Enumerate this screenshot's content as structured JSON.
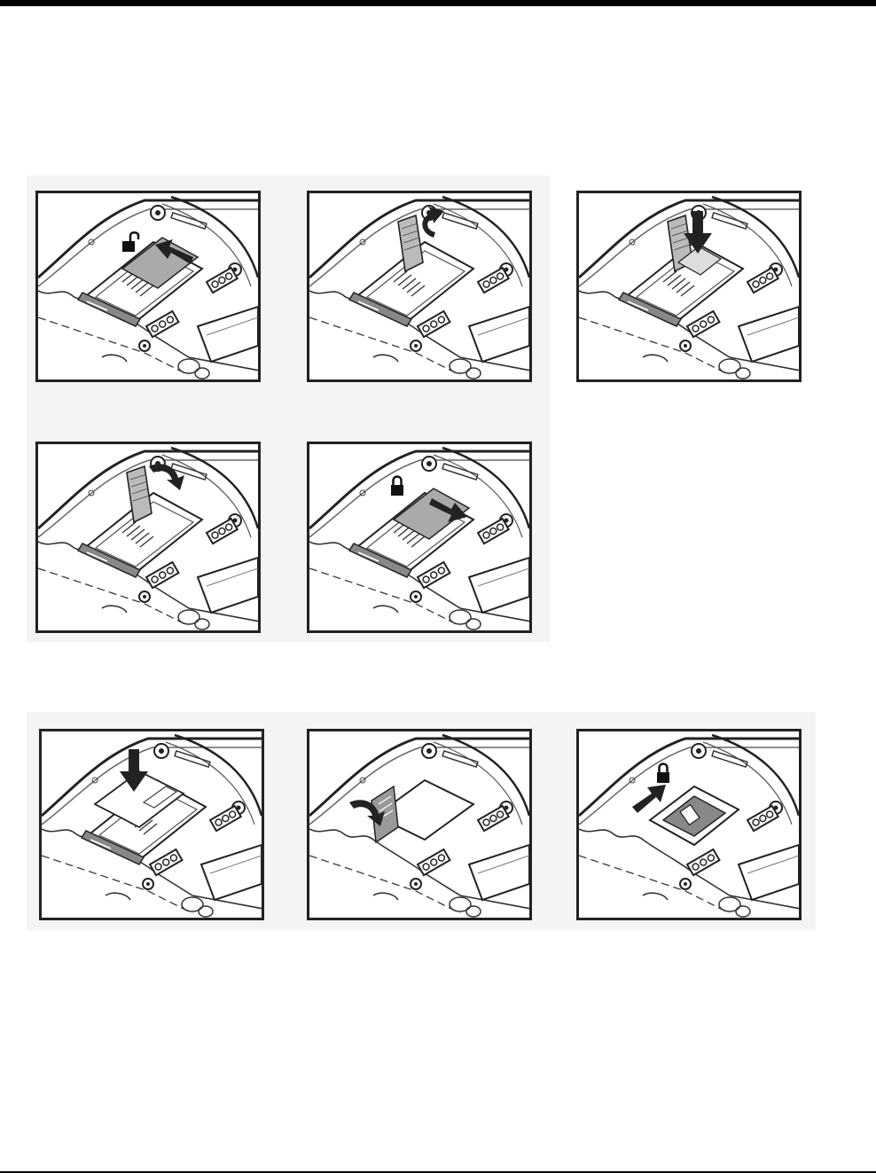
{
  "document": {
    "groups": [
      {
        "name": "sim-card-install-steps",
        "panels": 5
      },
      {
        "name": "sd-card-install-steps",
        "panels": 3
      }
    ],
    "panels": [
      {
        "id": 1,
        "step": "unlock-slide",
        "lock_icon": "unlocked-padlock-icon",
        "arrow": "slide-left-arrow-icon"
      },
      {
        "id": 2,
        "step": "open-lid",
        "lock_icon": "",
        "arrow": "rotate-open-arrow-icon"
      },
      {
        "id": 3,
        "step": "insert-card",
        "lock_icon": "",
        "arrow": "down-arrow-icon"
      },
      {
        "id": 4,
        "step": "close-lid",
        "lock_icon": "",
        "arrow": "rotate-close-arrow-icon"
      },
      {
        "id": 5,
        "step": "lock-slide",
        "lock_icon": "locked-padlock-icon",
        "arrow": "slide-right-arrow-icon"
      },
      {
        "id": 6,
        "step": "insert-card",
        "lock_icon": "",
        "arrow": "down-arrow-icon"
      },
      {
        "id": 7,
        "step": "close-lid",
        "lock_icon": "",
        "arrow": "rotate-close-arrow-icon"
      },
      {
        "id": 8,
        "step": "lock-slide",
        "lock_icon": "locked-padlock-icon",
        "arrow": "slide-up-right-arrow-icon"
      }
    ]
  }
}
